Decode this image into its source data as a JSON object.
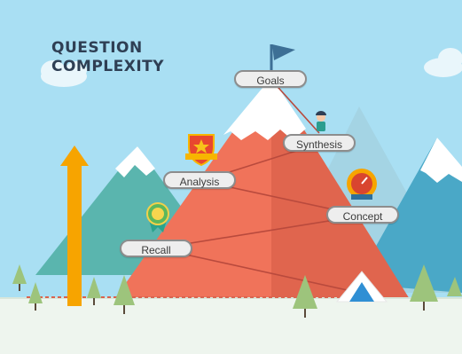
{
  "title": {
    "line1": "QUESTION",
    "line2": "COMPLEXITY"
  },
  "levels": {
    "goals": "Goals",
    "synthesis": "Synthesis",
    "analysis": "Analysis",
    "concept": "Concept",
    "recall": "Recall"
  },
  "colors": {
    "sky": "#a9dff3",
    "mountain_light": "#f0735a",
    "mountain_shade": "#e0654e",
    "snow": "#ffffff",
    "arrow": "#f7a400",
    "ground": "#eef5ee",
    "pill_border": "#8d8d8d",
    "title_text": "#2f3f54",
    "flag": "#3d6f95"
  }
}
